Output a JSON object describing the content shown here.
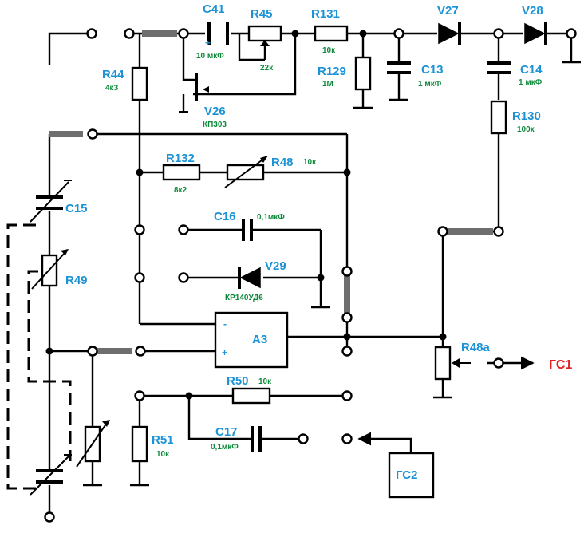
{
  "components": {
    "c41": {
      "ref": "C41",
      "value": "10 мкФ",
      "polarity": "+"
    },
    "r45": {
      "ref": "R45",
      "value": "22к"
    },
    "r131": {
      "ref": "R131",
      "value": "10к"
    },
    "v27": {
      "ref": "V27"
    },
    "v28": {
      "ref": "V28"
    },
    "r44": {
      "ref": "R44",
      "value": "4к3"
    },
    "r129": {
      "ref": "R129",
      "value": "1М"
    },
    "c13": {
      "ref": "C13",
      "value": "1 мкФ"
    },
    "c14": {
      "ref": "C14",
      "value": "1 мкФ"
    },
    "v26": {
      "ref": "V26",
      "value": "КП303"
    },
    "r130": {
      "ref": "R130",
      "value": "100к"
    },
    "r132": {
      "ref": "R132",
      "value": "8к2"
    },
    "r48": {
      "ref": "R48",
      "value": "10к"
    },
    "c15": {
      "ref": "C15"
    },
    "c16": {
      "ref": "C16",
      "value": "0,1мкФ"
    },
    "r49": {
      "ref": "R49"
    },
    "v29": {
      "ref": "V29",
      "value": "КР140УД6"
    },
    "a3": {
      "ref": "A3",
      "minus": "-",
      "plus": "+"
    },
    "r48a": {
      "ref": "R48а"
    },
    "r50": {
      "ref": "R50",
      "value": "10к"
    },
    "c17": {
      "ref": "C17",
      "value": "0,1мкФ"
    },
    "r51": {
      "ref": "R51",
      "value": "10к"
    }
  },
  "outputs": {
    "gs1": "ГС1",
    "gs2": "ГС2"
  },
  "colors": {
    "ref_label": "#1c93d6",
    "value_label": "#0f8a3c",
    "output_label": "#e02020",
    "jumper": "#6e6e6e",
    "wire": "#000000"
  }
}
